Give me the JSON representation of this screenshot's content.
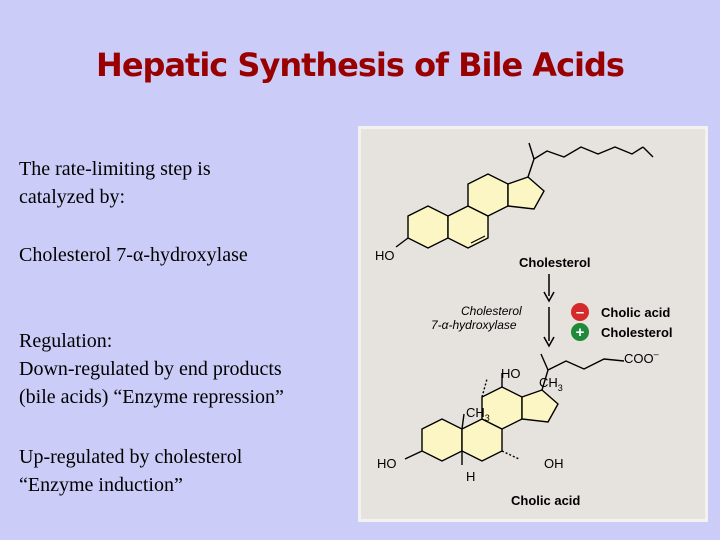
{
  "slide": {
    "title": "Hepatic Synthesis of Bile Acids",
    "step_lines": [
      "The rate-limiting step is",
      "catalyzed by:"
    ],
    "enzyme_name": "Cholesterol 7-α-hydroxylase",
    "regulation_lines": [
      "Regulation:",
      "Down-regulated by end products",
      "(bile acids) “Enzyme repression”"
    ],
    "upregulation_lines": [
      "Up-regulated by cholesterol",
      "“Enzyme induction”"
    ]
  },
  "diagram": {
    "top_molecule_label": "Cholesterol",
    "hydroxyl_top": "HO",
    "enzyme_line_1": "Cholesterol",
    "enzyme_line_2": "7-α-hydroxylase",
    "inhibitor_sign": "–",
    "inhibitor_label": "Cholic acid",
    "activator_sign": "+",
    "activator_label": "Cholesterol",
    "carboxylate": "COO",
    "carboxylate_charge": "–",
    "hydroxyl_c12": "HO",
    "methyl_upper": "CH",
    "methyl_upper_sub": "3",
    "methyl_lower": "CH",
    "methyl_lower_sub": "3",
    "hydroxyl_c3": "HO",
    "hydroxyl_c7": "OH",
    "hydrogen_5": "H",
    "bottom_molecule_label": "Cholic acid",
    "colors": {
      "inhibitor": "#d42a2a",
      "activator": "#1f8a3a",
      "title": "#990000"
    }
  }
}
